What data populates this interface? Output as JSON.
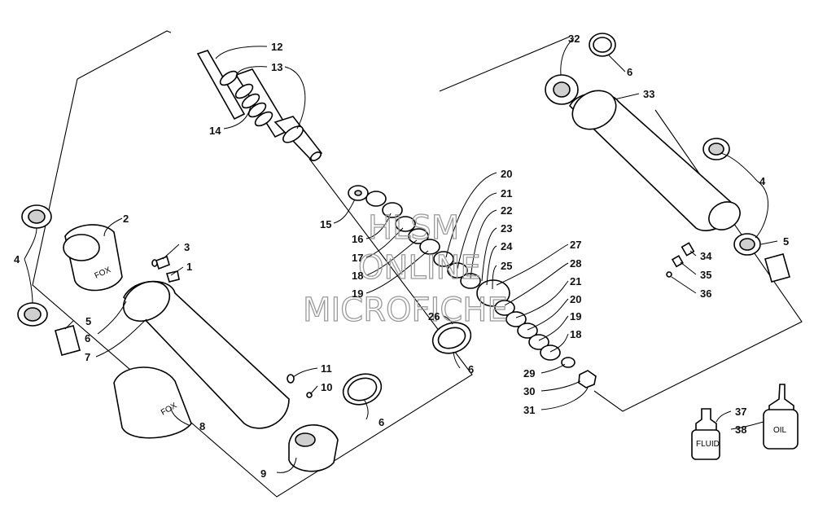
{
  "watermark": {
    "lines": [
      "HLSM",
      "ONLINE",
      "MICROFICHE"
    ]
  },
  "bottles": {
    "fluid_label": "FLUID",
    "oil_label": "OIL"
  },
  "brand_mark": "FOX",
  "callouts": [
    {
      "id": "c1",
      "label": "1"
    },
    {
      "id": "c2",
      "label": "2"
    },
    {
      "id": "c3",
      "label": "3"
    },
    {
      "id": "c4a",
      "label": "4"
    },
    {
      "id": "c4b",
      "label": "4"
    },
    {
      "id": "c5a",
      "label": "5"
    },
    {
      "id": "c5b",
      "label": "5"
    },
    {
      "id": "c6a",
      "label": "6"
    },
    {
      "id": "c6b",
      "label": "6"
    },
    {
      "id": "c6c",
      "label": "6"
    },
    {
      "id": "c6d",
      "label": "6"
    },
    {
      "id": "c7",
      "label": "7"
    },
    {
      "id": "c8",
      "label": "8"
    },
    {
      "id": "c9",
      "label": "9"
    },
    {
      "id": "c10",
      "label": "10"
    },
    {
      "id": "c11",
      "label": "11"
    },
    {
      "id": "c12",
      "label": "12"
    },
    {
      "id": "c13",
      "label": "13"
    },
    {
      "id": "c14",
      "label": "14"
    },
    {
      "id": "c15",
      "label": "15"
    },
    {
      "id": "c16",
      "label": "16"
    },
    {
      "id": "c17",
      "label": "17"
    },
    {
      "id": "c18a",
      "label": "18"
    },
    {
      "id": "c18b",
      "label": "18"
    },
    {
      "id": "c19a",
      "label": "19"
    },
    {
      "id": "c19b",
      "label": "19"
    },
    {
      "id": "c20a",
      "label": "20"
    },
    {
      "id": "c20b",
      "label": "20"
    },
    {
      "id": "c21a",
      "label": "21"
    },
    {
      "id": "c21b",
      "label": "21"
    },
    {
      "id": "c22",
      "label": "22"
    },
    {
      "id": "c23",
      "label": "23"
    },
    {
      "id": "c24",
      "label": "24"
    },
    {
      "id": "c25",
      "label": "25"
    },
    {
      "id": "c26",
      "label": "26"
    },
    {
      "id": "c27",
      "label": "27"
    },
    {
      "id": "c28",
      "label": "28"
    },
    {
      "id": "c29",
      "label": "29"
    },
    {
      "id": "c30",
      "label": "30"
    },
    {
      "id": "c31",
      "label": "31"
    },
    {
      "id": "c32",
      "label": "32"
    },
    {
      "id": "c33",
      "label": "33"
    },
    {
      "id": "c34",
      "label": "34"
    },
    {
      "id": "c35",
      "label": "35"
    },
    {
      "id": "c36",
      "label": "36"
    },
    {
      "id": "c37",
      "label": "37"
    },
    {
      "id": "c38",
      "label": "38"
    }
  ]
}
